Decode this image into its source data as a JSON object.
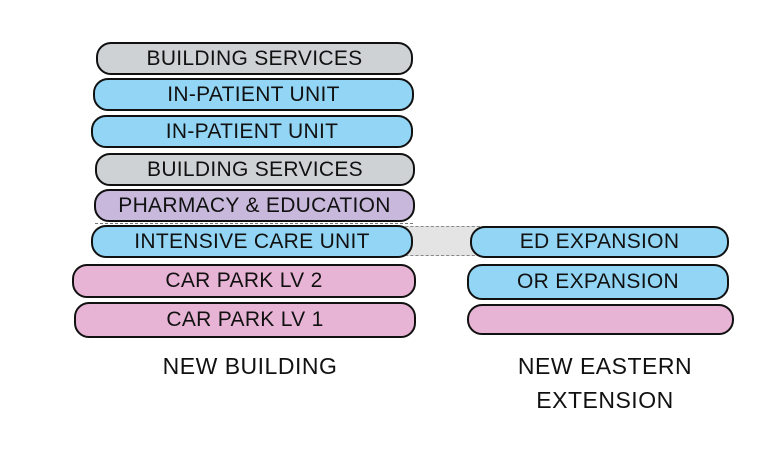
{
  "new_building": {
    "floors": [
      {
        "label": "BUILDING SERVICES"
      },
      {
        "label": "IN-PATIENT UNIT"
      },
      {
        "label": "IN-PATIENT UNIT"
      },
      {
        "label": "BUILDING SERVICES"
      },
      {
        "label": "PHARMACY & EDUCATION"
      },
      {
        "label": "INTENSIVE CARE UNIT"
      },
      {
        "label": "CAR PARK LV 2"
      },
      {
        "label": "CAR PARK LV 1"
      }
    ],
    "caption": "NEW BUILDING"
  },
  "eastern_extension": {
    "floors": [
      {
        "label": "ED EXPANSION"
      },
      {
        "label": "OR EXPANSION"
      },
      {
        "label": ""
      }
    ],
    "caption_line1": "NEW EASTERN",
    "caption_line2": "EXTENSION"
  },
  "colors": {
    "building_services": "#cfd2d4",
    "clinical": "#92d5f5",
    "pharmacy_education": "#c7b8dc",
    "car_park": "#e8b4d5",
    "connector": "#e4e4e4"
  }
}
